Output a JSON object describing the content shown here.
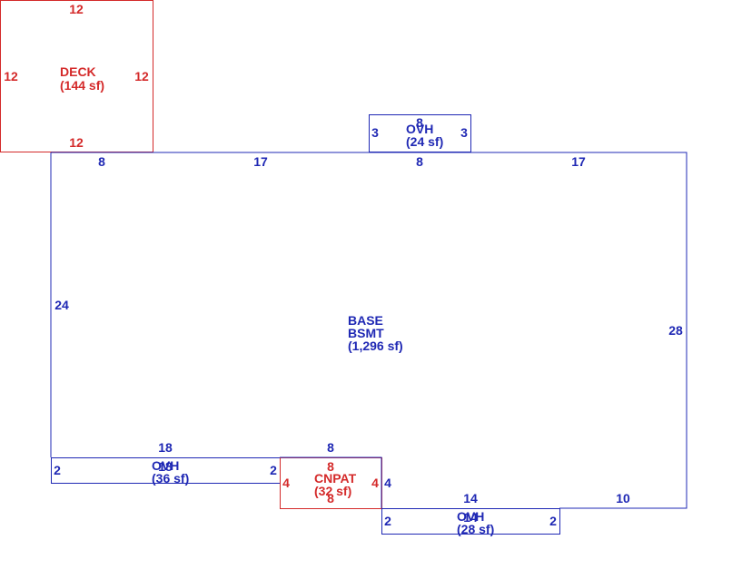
{
  "colors": {
    "blue": "#1f28b4",
    "red": "#d42a2a"
  },
  "deck": {
    "name": "DECK",
    "area": "(144 sf)",
    "top": "12",
    "left": "12",
    "right": "12",
    "bottom": "12"
  },
  "ovh_top": {
    "name": "OVH",
    "area": "(24 sf)",
    "top": "8",
    "left": "3",
    "right": "3"
  },
  "base": {
    "name1": "BASE",
    "name2": "BSMT",
    "area": "(1,296 sf)",
    "top_seg1": "8",
    "top_seg2": "17",
    "top_seg3": "8",
    "top_seg4": "17",
    "left": "24",
    "right": "28",
    "bottom_seg1": "18",
    "bottom_seg2": "8",
    "bottom_seg3": "14",
    "bottom_seg4": "10"
  },
  "ovh_left": {
    "name": "OVH",
    "area": "(36 sf)",
    "left": "2",
    "right": "2",
    "bottom": "18"
  },
  "cnpat": {
    "name": "CNPAT",
    "area": "(32 sf)",
    "left": "4",
    "right": "4",
    "bottom": "8"
  },
  "ovh_bottom": {
    "name": "OVH",
    "area": "(28 sf)",
    "left": "2",
    "right": "2",
    "bottom": "14"
  }
}
